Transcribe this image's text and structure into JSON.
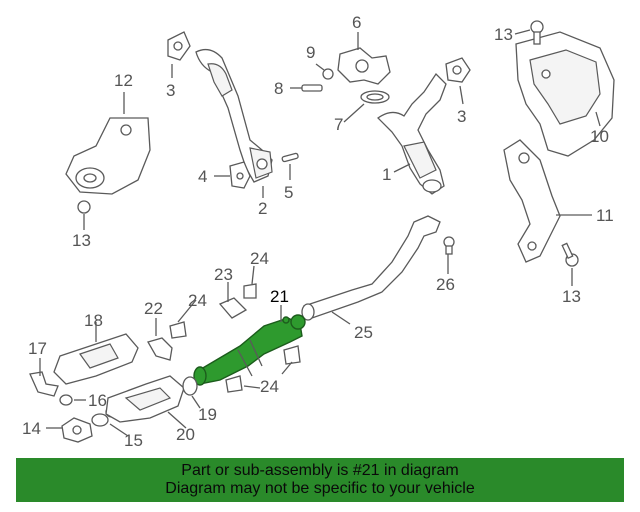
{
  "callouts": {
    "c1": "1",
    "c2": "2",
    "c3a": "3",
    "c3b": "3",
    "c4": "4",
    "c5": "5",
    "c6": "6",
    "c7": "7",
    "c8": "8",
    "c9": "9",
    "c10": "10",
    "c11": "11",
    "c12": "12",
    "c13a": "13",
    "c13b": "13",
    "c13c": "13",
    "c14": "14",
    "c15": "15",
    "c16": "16",
    "c17": "17",
    "c18": "18",
    "c19": "19",
    "c20": "20",
    "c21": "21",
    "c22": "22",
    "c23": "23",
    "c24a": "24",
    "c24b": "24",
    "c24c": "24",
    "c25": "25",
    "c26": "26"
  },
  "highlight": {
    "part_number": "21",
    "color": "#2e9a2e"
  },
  "banner": {
    "line1": "Part or sub-assembly is #21 in diagram",
    "line2": "Diagram may not be specific to your vehicle",
    "background": "#2a8a2a"
  }
}
